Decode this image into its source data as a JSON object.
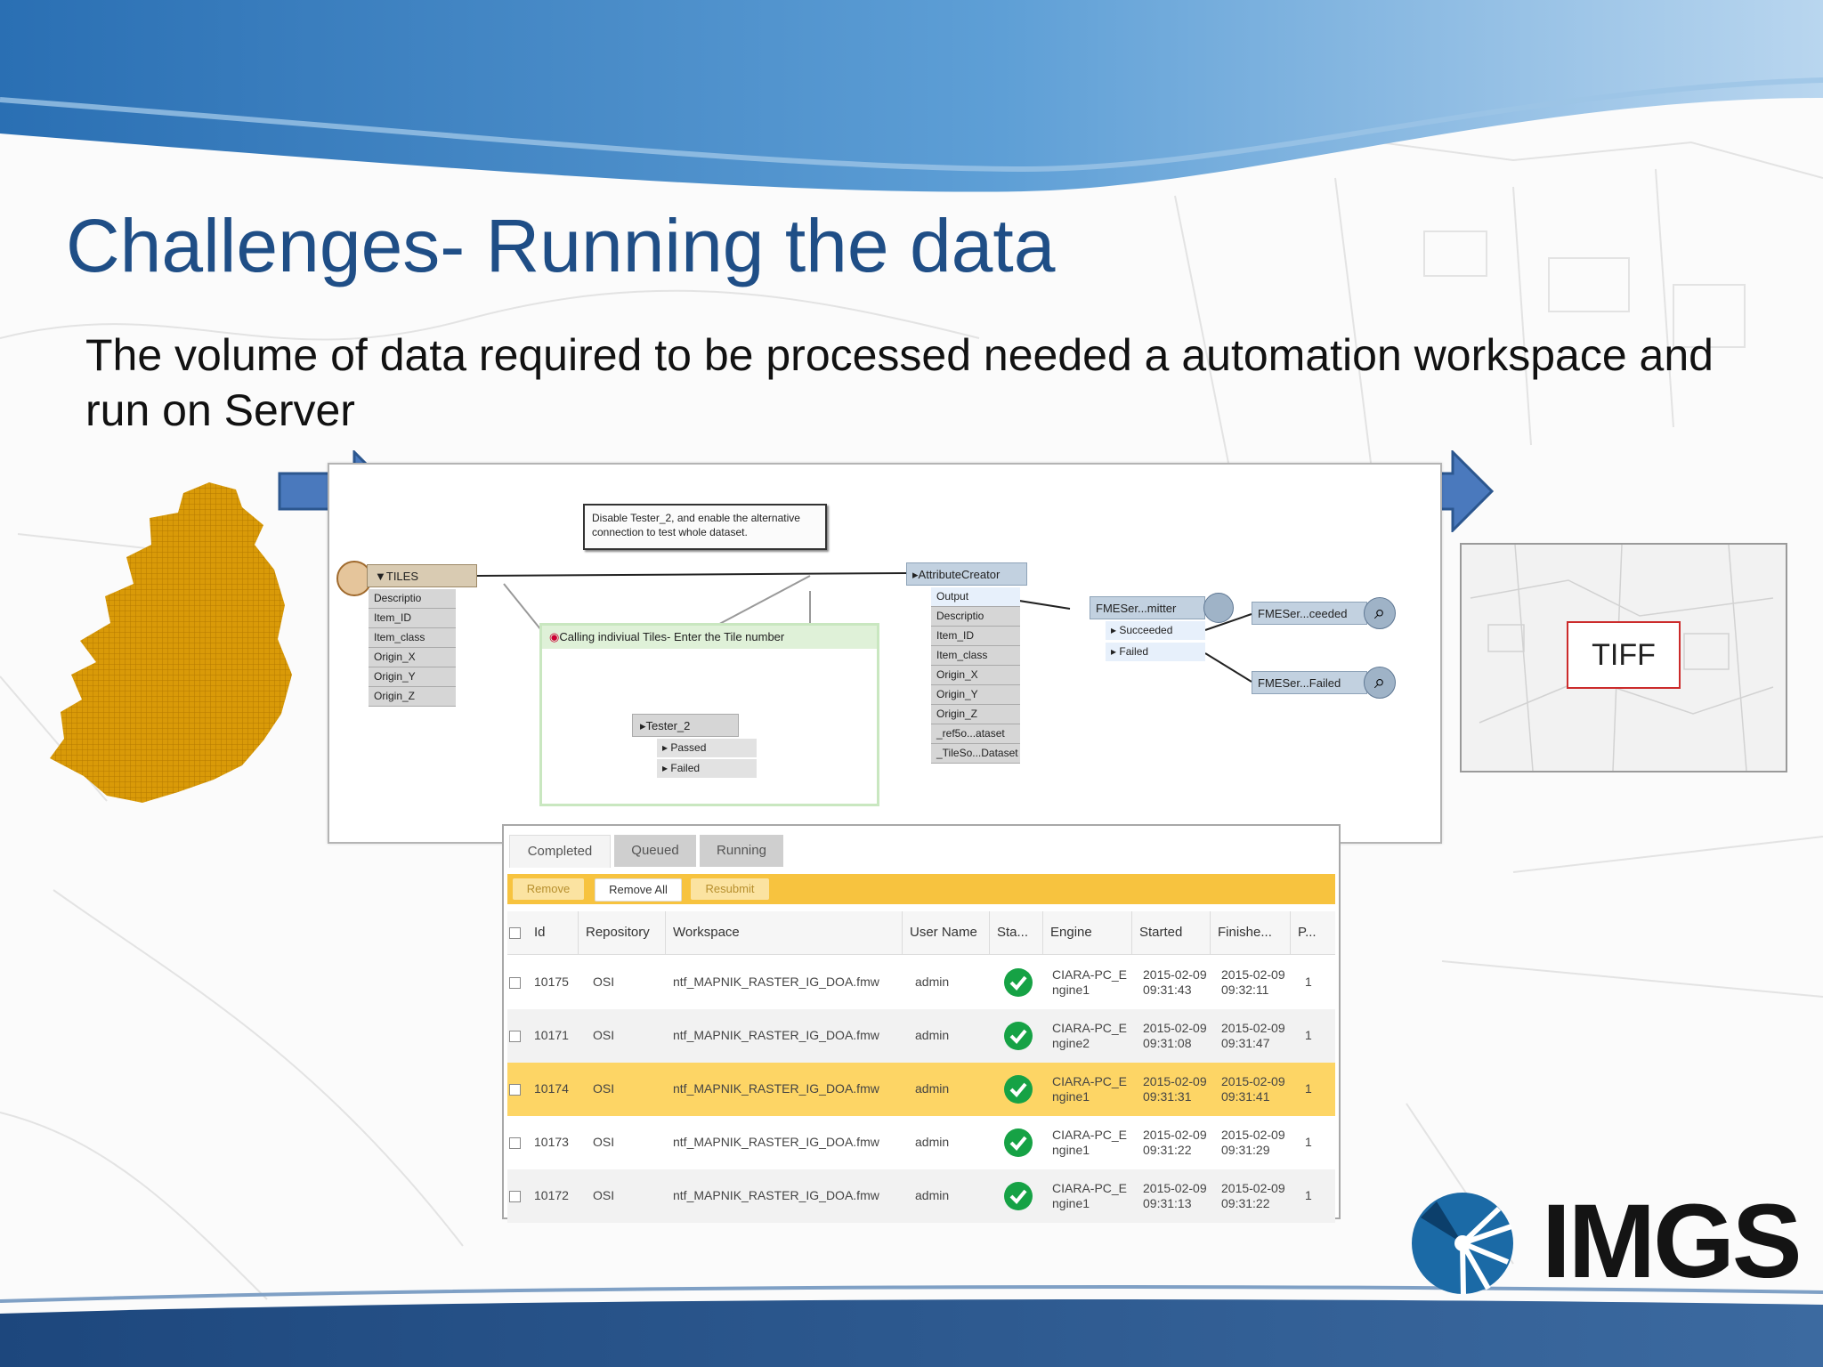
{
  "slide": {
    "title": "Challenges- Running the data",
    "subtitle": "The volume of data required to be processed needed a automation workspace and run on Server"
  },
  "workbench": {
    "annotation": "Disable Tester_2, and enable the alternative connection to test whole dataset.",
    "tiles": {
      "name": "TILES",
      "attrs": [
        "Descriptio",
        "Item_ID",
        "Item_class",
        "Origin_X",
        "Origin_Y",
        "Origin_Z"
      ]
    },
    "bookmark": "Calling indiviual Tiles- Enter the Tile number",
    "tester": {
      "name": "Tester_2",
      "ports": [
        "Passed",
        "Failed"
      ]
    },
    "attr_creator": {
      "name": "AttributeCreator",
      "attrs": [
        "Output",
        "Descriptio",
        "Item_ID",
        "Item_class",
        "Origin_X",
        "Origin_Y",
        "Origin_Z",
        "_ref5o...ataset",
        "_TileSo...Dataset"
      ]
    },
    "submitter": {
      "name": "FMESer...mitter",
      "ports": [
        "Succeeded",
        "Failed"
      ]
    },
    "inspector_ok": "FMESer...ceeded",
    "inspector_fail": "FMESer...Failed"
  },
  "output": {
    "label": "TIFF"
  },
  "jobs": {
    "tabs": [
      "Completed",
      "Queued",
      "Running"
    ],
    "actions": [
      "Remove",
      "Remove All",
      "Resubmit"
    ],
    "headers": [
      "Id",
      "Repository",
      "Workspace",
      "User Name",
      "Sta...",
      "Engine",
      "Started",
      "Finishe...",
      "P..."
    ],
    "rows": [
      {
        "id": "10175",
        "repo": "OSI",
        "workspace": "ntf_MAPNIK_RASTER_IG_DOA.fmw",
        "user": "admin",
        "engine1": "CIARA-PC_E",
        "engine2": "ngine1",
        "sdate": "2015-02-09",
        "stime": "09:31:43",
        "fdate": "2015-02-09",
        "ftime": "09:32:11",
        "p": "1",
        "highlight": false
      },
      {
        "id": "10171",
        "repo": "OSI",
        "workspace": "ntf_MAPNIK_RASTER_IG_DOA.fmw",
        "user": "admin",
        "engine1": "CIARA-PC_E",
        "engine2": "ngine2",
        "sdate": "2015-02-09",
        "stime": "09:31:08",
        "fdate": "2015-02-09",
        "ftime": "09:31:47",
        "p": "1",
        "highlight": false
      },
      {
        "id": "10174",
        "repo": "OSI",
        "workspace": "ntf_MAPNIK_RASTER_IG_DOA.fmw",
        "user": "admin",
        "engine1": "CIARA-PC_E",
        "engine2": "ngine1",
        "sdate": "2015-02-09",
        "stime": "09:31:31",
        "fdate": "2015-02-09",
        "ftime": "09:31:41",
        "p": "1",
        "highlight": true
      },
      {
        "id": "10173",
        "repo": "OSI",
        "workspace": "ntf_MAPNIK_RASTER_IG_DOA.fmw",
        "user": "admin",
        "engine1": "CIARA-PC_E",
        "engine2": "ngine1",
        "sdate": "2015-02-09",
        "stime": "09:31:22",
        "fdate": "2015-02-09",
        "ftime": "09:31:29",
        "p": "1",
        "highlight": false
      },
      {
        "id": "10172",
        "repo": "OSI",
        "workspace": "ntf_MAPNIK_RASTER_IG_DOA.fmw",
        "user": "admin",
        "engine1": "CIARA-PC_E",
        "engine2": "ngine1",
        "sdate": "2015-02-09",
        "stime": "09:31:13",
        "fdate": "2015-02-09",
        "ftime": "09:31:22",
        "p": "1",
        "highlight": false
      }
    ]
  },
  "logo": {
    "text": "IMGS"
  },
  "colors": {
    "title": "#1f4e86",
    "arrow": "#4a79bd",
    "toolbar": "#f7c33f",
    "highlight_row": "#fdd565",
    "status_ok": "#16a245",
    "ireland": "#d99a08"
  }
}
